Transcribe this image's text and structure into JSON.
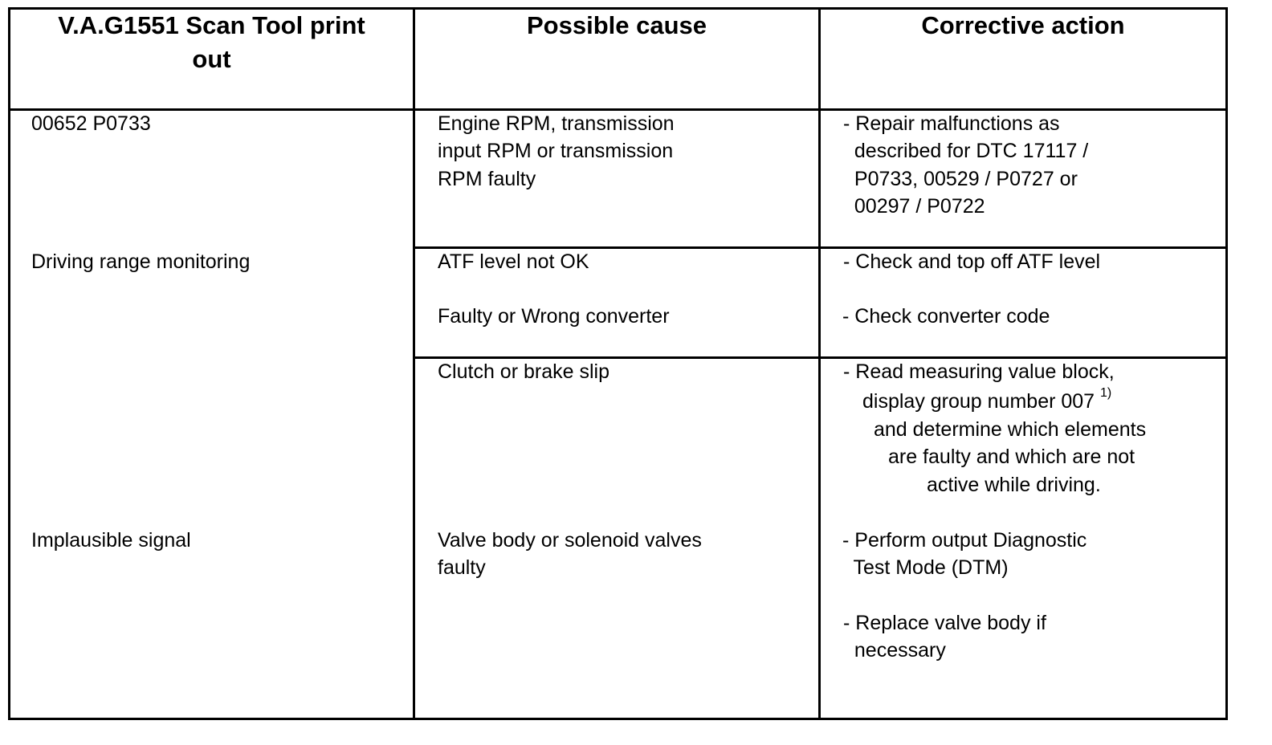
{
  "headers": {
    "printout": "V.A.G1551 Scan Tool print\nout",
    "cause": "Possible cause",
    "action": "Corrective action"
  },
  "rows": {
    "r1": {
      "printout": "00652 P0733",
      "cause_lines": [
        "Engine RPM, transmission",
        "input RPM or transmission",
        "RPM faulty"
      ],
      "action_lines": [
        "- Repair malfunctions as",
        "  described for DTC 17117 /",
        "  P0733, 00529 / P0727 or",
        "  00297 / P0722"
      ]
    },
    "r2": {
      "printout": "Driving range monitoring",
      "cause_1": "ATF level not OK",
      "cause_2": "Faulty or Wrong converter",
      "action_1": "- Check and top off ATF level",
      "action_2": "- Check converter code"
    },
    "r3": {
      "cause": "Clutch or brake slip",
      "action_line1": "- Read measuring value block,",
      "action_line2": "display group number 007",
      "action_footnote": "1)",
      "action_line3": "and determine which elements",
      "action_line4": "are faulty and which are not",
      "action_line5": "active while driving.",
      "printout_2": "Implausible signal",
      "cause_2_lines": [
        "Valve body or solenoid valves",
        "faulty"
      ],
      "action_2_lines": [
        "- Perform output Diagnostic",
        "  Test Mode (DTM)"
      ],
      "action_3_lines": [
        "- Replace valve body if",
        "  necessary"
      ]
    }
  }
}
